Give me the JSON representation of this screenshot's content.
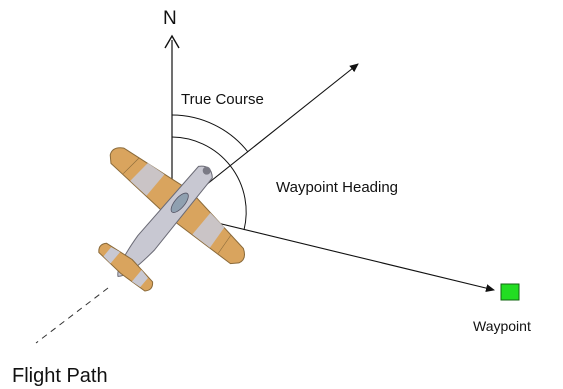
{
  "labels": {
    "north": "N",
    "true_course": "True Course",
    "waypoint_heading": "Waypoint Heading",
    "waypoint": "Waypoint",
    "flight_path": "Flight Path"
  },
  "icons": {
    "aircraft": "aircraft-icon",
    "waypoint_marker": "waypoint-marker-icon"
  },
  "colors": {
    "waypoint_marker": "#22dd22",
    "aircraft_wing": "#d9a45e",
    "aircraft_body": "#c8c8d2"
  }
}
